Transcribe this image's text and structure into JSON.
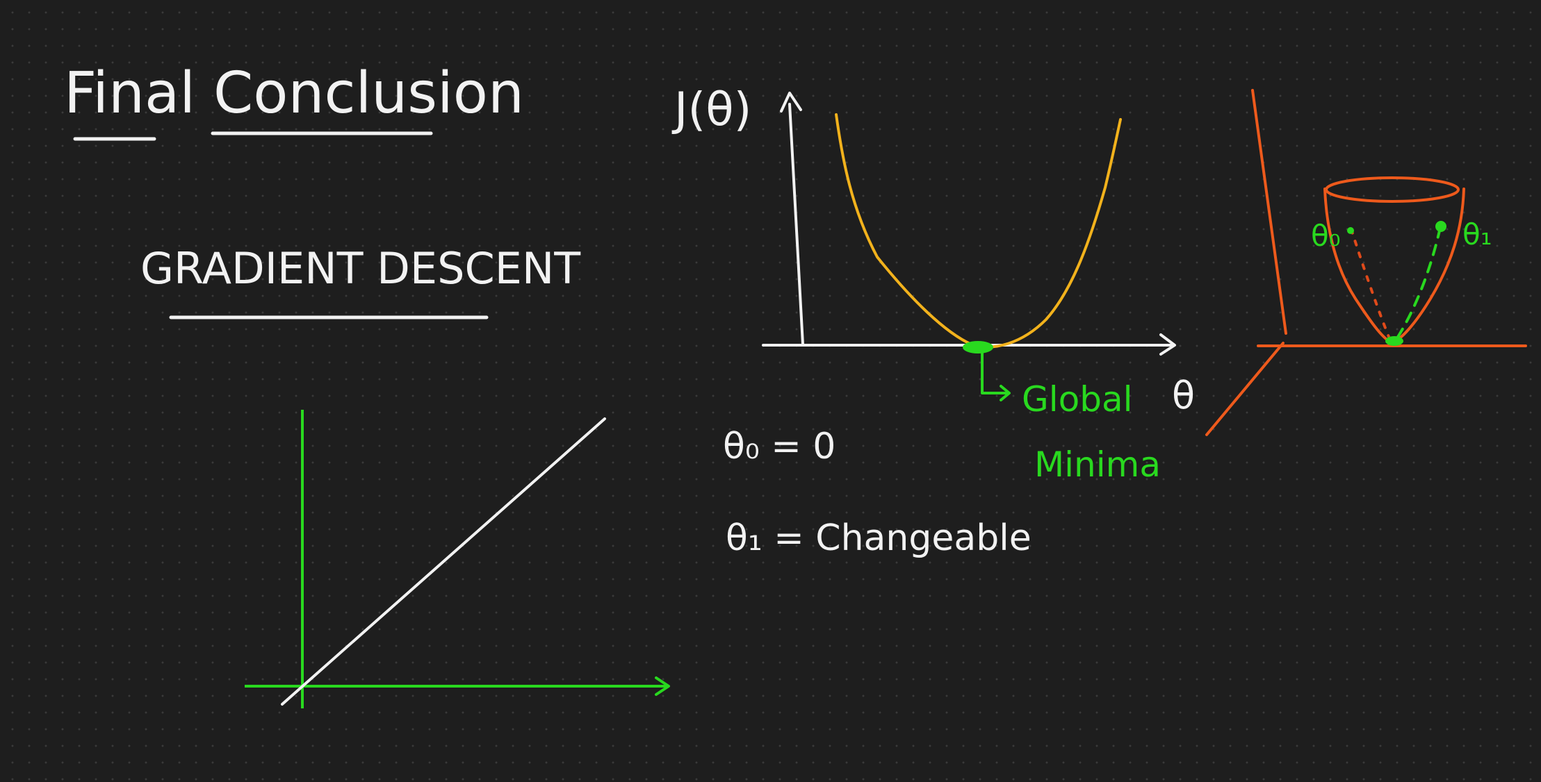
{
  "notes": {
    "title": "Final Conclusion",
    "heading": "GRADIENT DESCENT",
    "cost_axis_label": "J(θ)",
    "theta_axis_label": "θ",
    "global_label_line1": "Global",
    "global_label_line2": "Minima",
    "theta0_definition": "θ₀ = 0",
    "theta1_definition": "θ₁ = Changeable",
    "bowl_theta0": "θ₀",
    "bowl_theta1": "θ₁"
  },
  "colors": {
    "background": "#1e1e1e",
    "ink_white": "#f2f2f2",
    "ink_green": "#29d91f",
    "ink_yellow": "#f2b21c",
    "ink_orange": "#ee5a1c"
  }
}
